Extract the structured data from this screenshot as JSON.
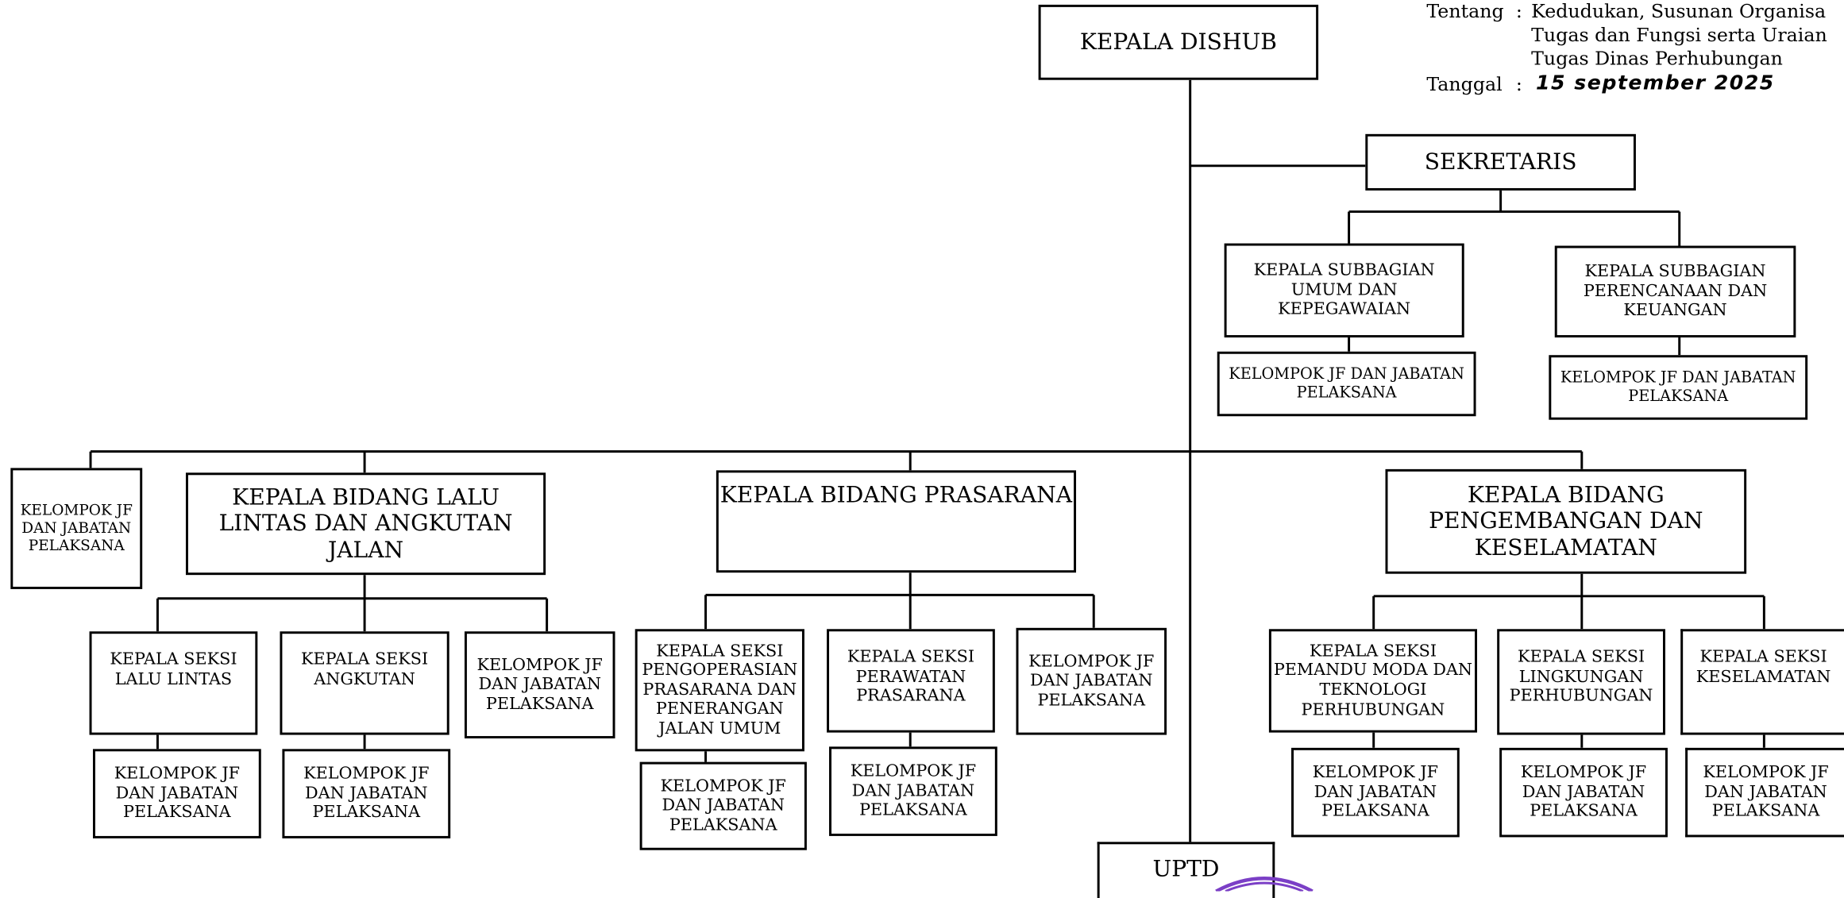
{
  "header": {
    "tentang_label": "Tentang",
    "tentang_sep": ":",
    "tentang_line1": "Kedudukan, Susunan Organisa",
    "tentang_line2": "Tugas dan Fungsi serta Uraian",
    "tentang_line3": "Tugas Dinas Perhubungan",
    "tanggal_label": "Tanggal",
    "tanggal_sep": ":",
    "tanggal_value": "15 september 2025"
  },
  "org": {
    "kepala": "KEPALA DISHUB",
    "sekretaris": "SEKRETARIS",
    "subbag_umum": "KEPALA SUBBAGIAN UMUM DAN KEPEGAWAIAN",
    "subbag_umum_jf": "KELOMPOK JF DAN JABATAN PELAKSANA",
    "subbag_rencana": "KEPALA SUBBAGIAN PERENCANAAN DAN KEUANGAN",
    "subbag_rencana_jf": "KELOMPOK JF DAN JABATAN PELAKSANA",
    "jf_left": "KELOMPOK JF DAN JABATAN PELAKSANA",
    "bidang_llaj": "KEPALA BIDANG LALU LINTAS DAN ANGKUTAN JALAN",
    "seksi_lalin": "KEPALA SEKSI LALU LINTAS",
    "seksi_lalin_jf": "KELOMPOK JF DAN JABATAN PELAKSANA",
    "seksi_angkutan": "KEPALA SEKSI ANGKUTAN",
    "seksi_angkutan_jf": "KELOMPOK JF DAN JABATAN PELAKSANA",
    "llaj_jf": "KELOMPOK JF DAN JABATAN PELAKSANA",
    "bidang_prasarana": "KEPALA BIDANG PRASARANA",
    "seksi_pengoperasian": "KEPALA SEKSI PENGOPERASIAN PRASARANA DAN PENERANGAN JALAN UMUM",
    "seksi_pengoperasian_jf": "KELOMPOK JF DAN JABATAN PELAKSANA",
    "seksi_perawatan": "KEPALA SEKSI PERAWATAN PRASARANA",
    "seksi_perawatan_jf": "KELOMPOK JF DAN JABATAN PELAKSANA",
    "prasarana_jf": "KELOMPOK JF DAN JABATAN PELAKSANA",
    "bidang_pengembangan": "KEPALA BIDANG PENGEMBANGAN DAN KESELAMATAN",
    "seksi_pemandu": "KEPALA SEKSI PEMANDU MODA DAN TEKNOLOGI PERHUBUNGAN",
    "seksi_pemandu_jf": "KELOMPOK JF DAN JABATAN PELAKSANA",
    "seksi_lingkungan": "KEPALA SEKSI LINGKUNGAN PERHUBUNGAN",
    "seksi_lingkungan_jf": "KELOMPOK JF DAN JABATAN PELAKSANA",
    "seksi_keselamatan": "KEPALA SEKSI KESELAMATAN",
    "seksi_keselamatan_jf": "KELOMPOK JF DAN JABATAN PELAKSANA",
    "uptd": "UPTD"
  },
  "colors": {
    "line": "#000000",
    "stamp": "#7b3fc6"
  }
}
